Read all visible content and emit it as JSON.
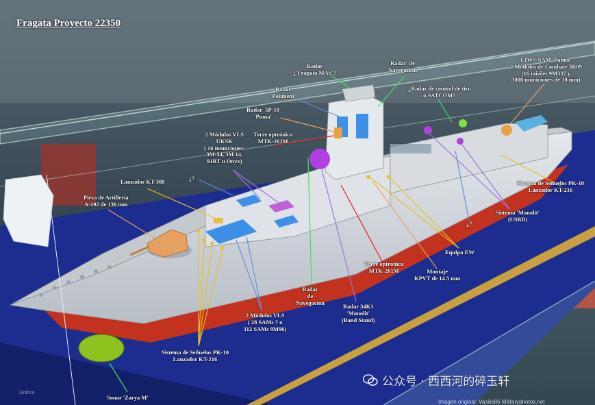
{
  "title": "Fragata Proyecto 22350",
  "labels": {
    "fragata_mas": "Radar\n¿'Fragata MAS'?",
    "radar_nav_top": "Radar  de\nNavegación",
    "ciws": "CIWS-SAM 'Palma'\n2 Módulos de Combate 3R89\n(16 misiles 9M337 y\n3000 municiones de 30 mm)",
    "poliment": "Radar\n'Poliment'",
    "fire_control": "¿Radar de control de tiro\no SATCOM?",
    "puma": "Radar  5P-10\n'Puma'",
    "uksk": "2 Módulos VLS\nUKSK\n( 16 municiones:\n3M-54, 3M 14,\n91RT u Onyx)",
    "optronic_top": "Torre optrónica\nMTK-201M",
    "kt308": "Lanzador KT-308",
    "q1": "¿?",
    "gun": "Pieza de Artillería\nA-192 de 130 mm",
    "pk10_right": "Sistema de Señuelos PK-10\nLanzador KT-216",
    "monolit_usbd": "Sistema 'Monolit'\n(USBD)",
    "q2": "¿?",
    "ew": "Equipo EW",
    "optronic_bottom": "Torre optrónica\nMTK-201M",
    "kpvt": "Montaje\nKPVT de 14.5 mm",
    "radar_nav_bottom": "Radar\nde\nNavegación",
    "monolit_band": "Radar 34K1\n'Monolit'\n(Band Stand)",
    "vls_sam": "2 Módulos VLS\n( 28 SAMs ? o\n112 SAMs 9M96)",
    "pk10_left": "Sistema de Señuelos PK-10\nLanzador KT-216",
    "sonar": "Sonar 'Zarya M'"
  },
  "watermark": "公众号 · 西西河的碎玉轩",
  "credit": "Imagen original: Vasilis86 Militaryphotos.net",
  "small_caption": "Gráfico",
  "colors": {
    "hull": "#d4d8dc",
    "deck": "#c9ccd0",
    "waterline_red": "#c2321f",
    "base_blue": "#1d2d8f",
    "mount_orange": "#e6a060",
    "vls_blue": "#3d8fe8",
    "vls_magenta": "#c060d8",
    "radome_purple": "#b040e0",
    "sonar_green": "#8ec21e",
    "line_yellow": "#e8c020",
    "line_purple": "#a070e0",
    "line_red": "#e02020",
    "line_green": "#40e060",
    "line_white": "#ffffff",
    "line_blue": "#6090e0",
    "line_orange": "#e8a060"
  }
}
